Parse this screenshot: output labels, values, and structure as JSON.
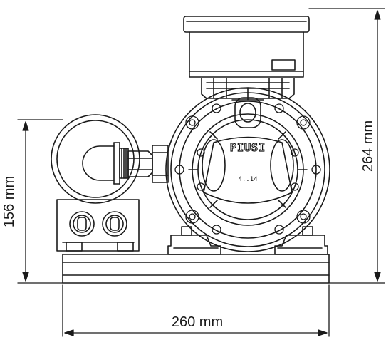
{
  "dimensions": {
    "width_label": "260 mm",
    "inlet_height_label": "156 mm",
    "total_height_label": "264 mm"
  },
  "nameplate": {
    "brand": "PIUSI",
    "marking": "4..14"
  },
  "colors": {
    "line": "#1a1a1a",
    "background": "#ffffff"
  }
}
